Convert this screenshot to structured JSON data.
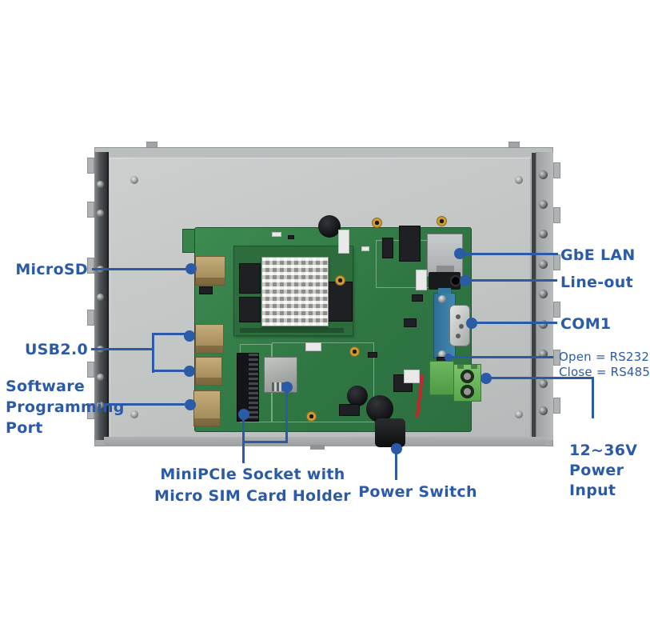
{
  "meta": {
    "accent_color": "#2b5aa7",
    "pcb_color": "#2f7643",
    "chassis_color": "#bfc3c2",
    "com_port_color": "#3f86ad",
    "terminal_color": "#58a74c"
  },
  "diagram": {
    "callouts": {
      "micro_sd": "MicroSD",
      "usb": "USB2.0",
      "software_port_line1": "Software",
      "software_port_line2": "Programming",
      "software_port_line3": "Port",
      "minipcie_line1": "MiniPCIe Socket with",
      "minipcie_line2": "Micro SIM Card Holder",
      "power_switch": "Power Switch",
      "gbe_lan": "GbE LAN",
      "line_out": "Line-out",
      "com1": "COM1",
      "serial_open": "Open = RS232",
      "serial_close": "Close = RS485",
      "power_input_line1": "12~36V",
      "power_input_line2": "Power",
      "power_input_line3": "Input"
    }
  }
}
